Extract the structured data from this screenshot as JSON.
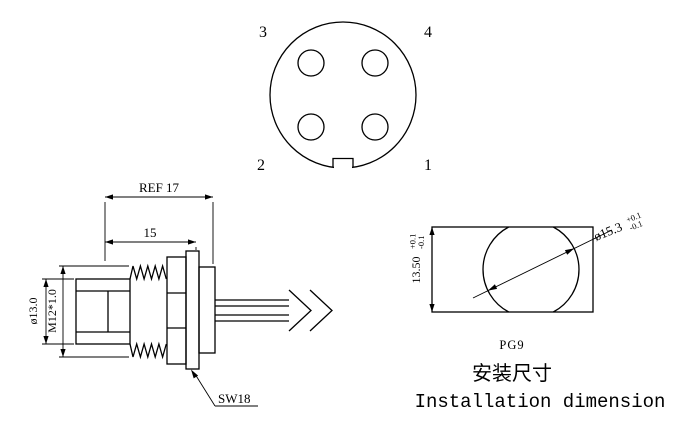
{
  "face_view": {
    "labels": {
      "pin3": "3",
      "pin4": "4",
      "pin2": "2",
      "pin1": "1"
    }
  },
  "side_view": {
    "dims": {
      "ref_length": "REF 17",
      "thread_length": "15",
      "body_diameter": "ø13.0",
      "thread_spec": "M12*1.0",
      "wrench_size": "SW18"
    }
  },
  "install_view": {
    "dims": {
      "hole_diameter": "ø15.3",
      "hole_diameter_tol_plus": "+0.1",
      "hole_diameter_tol_minus": "-0.1",
      "flat_width": "13.50",
      "flat_width_tol_plus": "+0.1",
      "flat_width_tol_minus": "-0.1"
    },
    "thread_label": "PG9",
    "caption_cn": "安装尺寸",
    "caption_en": "Installation dimension"
  },
  "colors": {
    "line": "#000000",
    "background": "#ffffff"
  }
}
